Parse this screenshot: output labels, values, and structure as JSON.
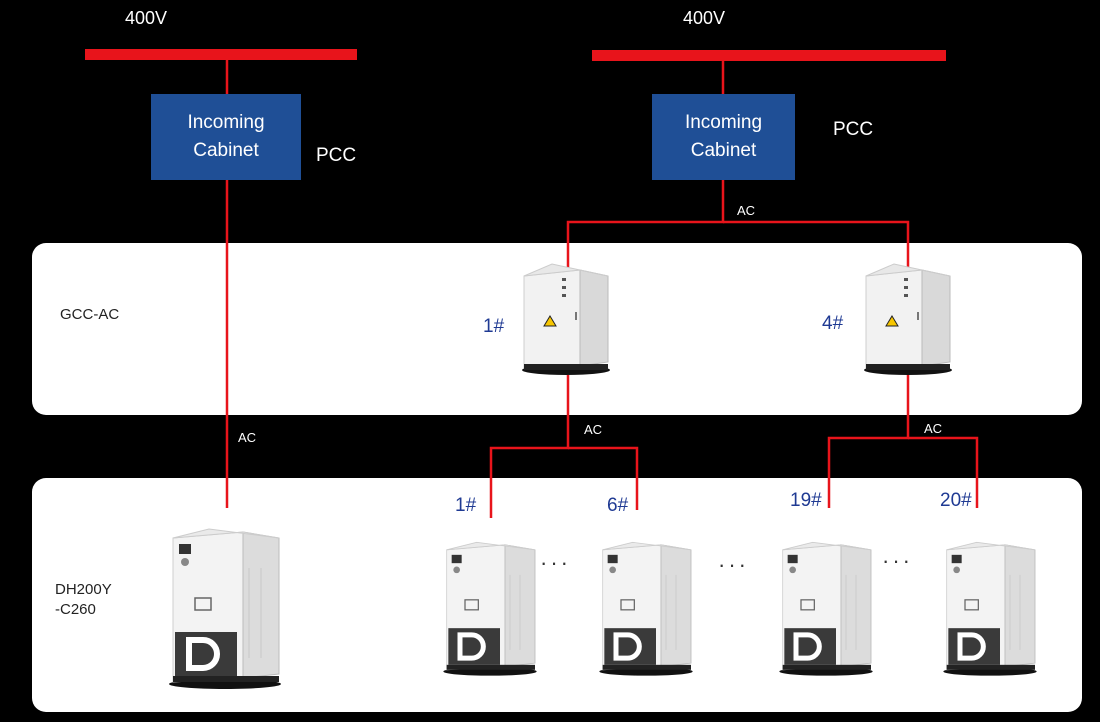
{
  "colors": {
    "wire": "#E8141B",
    "cabinet": "#1F4F96",
    "panel": "#FFFFFF",
    "background": "#000000",
    "unit_number": "#1F3A93"
  },
  "left": {
    "voltage": "400V",
    "cabinet_line1": "Incoming",
    "cabinet_line2": "Cabinet",
    "pcc": "PCC",
    "ac": "AC"
  },
  "right": {
    "voltage": "400V",
    "cabinet_line1": "Incoming",
    "cabinet_line2": "Cabinet",
    "pcc": "PCC",
    "ac_top": "AC",
    "ac_left": "AC",
    "ac_right": "AC"
  },
  "gcc": {
    "label": "GCC-AC",
    "unit_a": "1#",
    "unit_b": "4#"
  },
  "dh": {
    "label_line1": "DH200Y",
    "label_line2": "-C260",
    "units": [
      "1#",
      "6#",
      "19#",
      "20#"
    ],
    "ellipsis": "···"
  },
  "icons": {
    "gcc_unit": "ac-cabinet-icon",
    "dh_unit": "battery-cabinet-icon",
    "warning": "warning-icon"
  }
}
